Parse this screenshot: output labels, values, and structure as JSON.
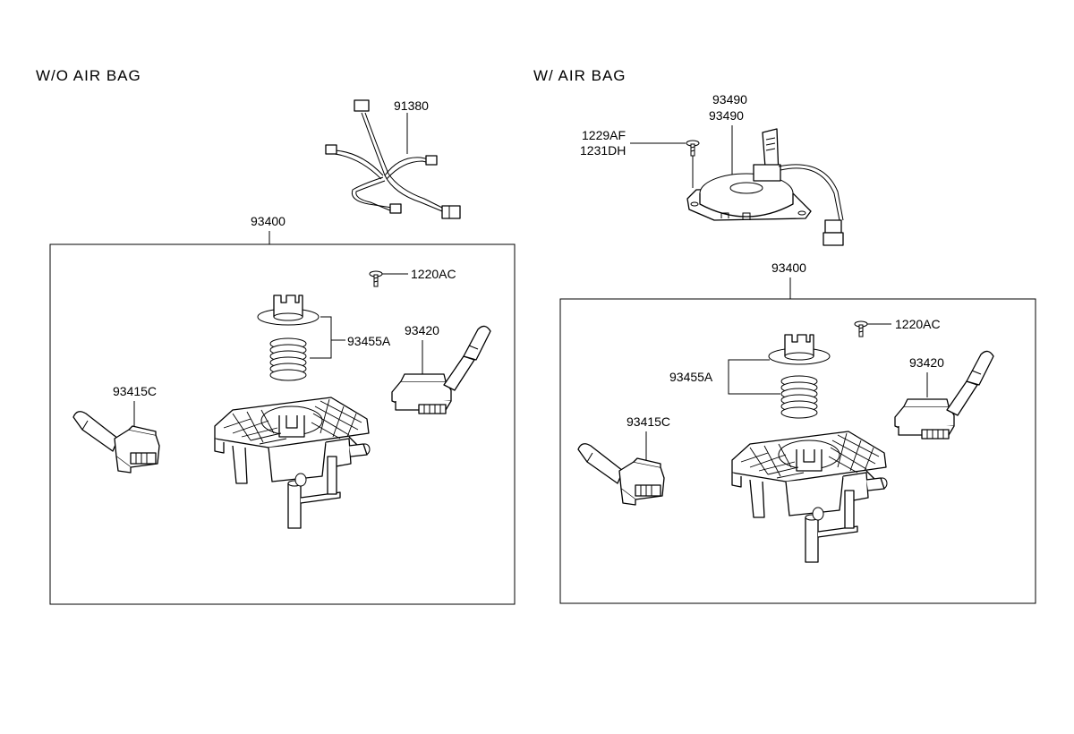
{
  "sections": {
    "left": {
      "title": "W/O  AIR  BAG",
      "labels": {
        "harness": "91380",
        "assembly": "93400",
        "screw": "1220AC",
        "spring_set": "93455A",
        "wiper_switch": "93420",
        "light_switch": "93415C"
      }
    },
    "right": {
      "title": "W/  AIR  BAG",
      "labels": {
        "clock_spring_a": "93490",
        "clock_spring_b": "93490",
        "bolt_a": "1229AF",
        "bolt_b": "1231DH",
        "assembly": "93400",
        "screw": "1220AC",
        "spring_set": "93455A",
        "wiper_switch": "93420",
        "light_switch": "93415C"
      }
    }
  }
}
